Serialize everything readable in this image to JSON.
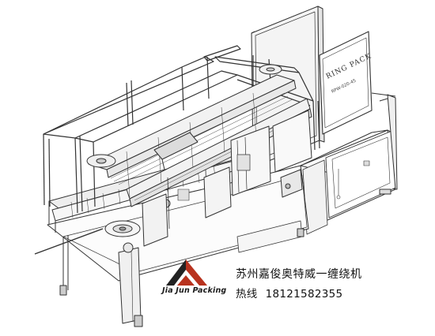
{
  "machine": {
    "panel_label": "RING PACK",
    "model_label": "RPW-020-45"
  },
  "branding": {
    "logo_text": "Jia Jun Packing",
    "company_name": "苏州嘉俊奥特威一缠绕机",
    "hotline_label": "热线",
    "hotline_number": "18121582355",
    "logo_color": "#b8321e",
    "logo_dark": "#222222"
  }
}
